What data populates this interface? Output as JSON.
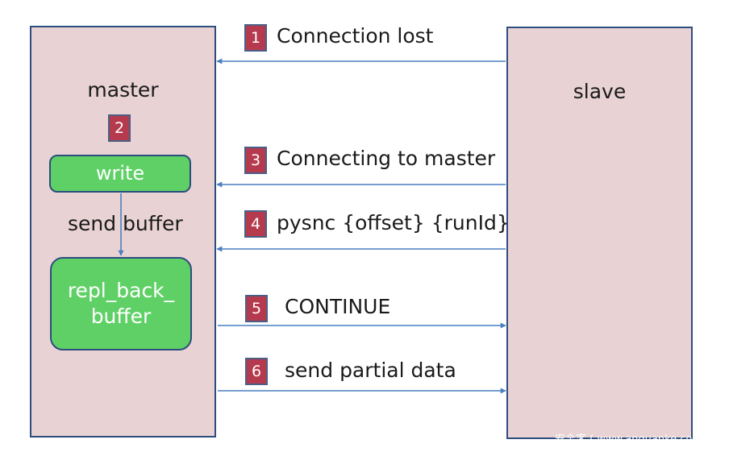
{
  "nodes": {
    "master": {
      "label": "master"
    },
    "slave": {
      "label": "slave"
    }
  },
  "master_internals": {
    "step_badge": "2",
    "write_label": "write",
    "send_buffer_label": "send buffer",
    "repl_buffer_line1": "repl_back_",
    "repl_buffer_line2": "buffer"
  },
  "messages": [
    {
      "step": "1",
      "label": "Connection lost",
      "direction": "slave-to-master"
    },
    {
      "step": "3",
      "label": "Connecting to master",
      "direction": "slave-to-master"
    },
    {
      "step": "4",
      "label": "pysnc {offset} {runId}",
      "direction": "slave-to-master"
    },
    {
      "step": "5",
      "label": "CONTINUE",
      "direction": "master-to-slave"
    },
    {
      "step": "6",
      "label": "send partial data",
      "direction": "master-to-slave"
    }
  ],
  "colors": {
    "node_fill": "#e8d2d4",
    "node_border": "#2d4d7e",
    "badge_fill": "#b63a4e",
    "buffer_fill": "#5fd066",
    "arrow": "#4a7fc0"
  },
  "watermark": "安全客 ( www.anquanke.com )"
}
